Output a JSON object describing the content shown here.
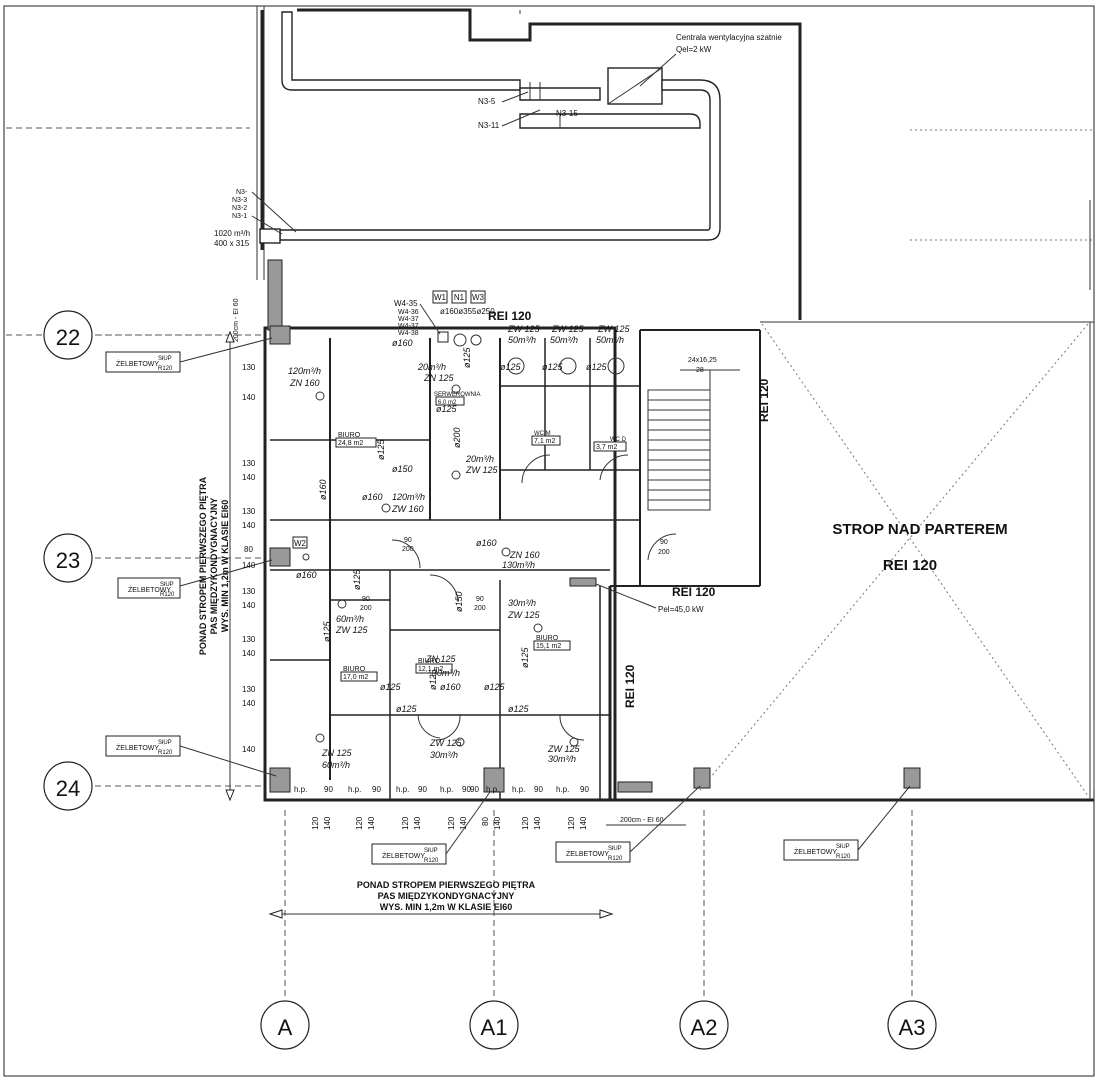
{
  "axes_rows": [
    "22",
    "23",
    "24"
  ],
  "axes_cols": [
    "A",
    "A1",
    "A2",
    "A3"
  ],
  "ventilation_unit": {
    "name": "Centrala wentylacyjna szatnie",
    "power": "Qel=2 kW"
  },
  "duct_tags_top": [
    "N3-5",
    "N3-11",
    "N3-15"
  ],
  "duct_tags_left": [
    "N3-",
    "N3-3",
    "N3-2",
    "N3-1"
  ],
  "main_duct": {
    "flow": "1020 m³/h",
    "size": "400 x 315"
  },
  "riser_tags": [
    "W4-35",
    "W4-36",
    "W4-37",
    "W4-37",
    "W4-38"
  ],
  "riser_boxes": [
    "W1",
    "N1",
    "W3"
  ],
  "riser_sizes": "ø160ø355ø250",
  "fire_ratings": {
    "rei_top": "REI 120",
    "rei_stair": "REI 120",
    "rei_mid": "REI 120",
    "rei_vertical": "REI 120",
    "slab_title": "STROP NAD PARTEREM",
    "slab_rei": "REI 120"
  },
  "column_label": {
    "line1": "SłUP",
    "line2": "ŻELBETOWY",
    "line3": "R120"
  },
  "band_text": {
    "line1": "PONAD STROPEM PIERWSZEGO PIĘTRA",
    "line2": "PAS MIĘDZYKONDYGNACYJNY",
    "line3": "WYS. MIN 1,2m  W KLASIE EI60"
  },
  "band_vertical": {
    "line1": "PONAD STROPEM PIERWSZEGO PIĘTRA",
    "line2": "PAS MIĘDZYKONDYGNACYJNY",
    "line3": "WYS. MIN 1,2m  W KLASIE EI60"
  },
  "dim_vertical": "200cm - EI 60",
  "dim_horizontal": "200cm - EI 60",
  "power_note": "Pel=45,0 kW",
  "stair_note": {
    "size": "24x16,25",
    "count": "28"
  },
  "w2_box": "W2",
  "rooms": [
    {
      "name": "BIURO",
      "area": "24,8 m2"
    },
    {
      "name": "BIURO",
      "area": "17,0 m2"
    },
    {
      "name": "BIURO",
      "area": "12,1 m2"
    },
    {
      "name": "BIURO",
      "area": "15,1 m2"
    },
    {
      "name": "WC M",
      "area": "7,1 m2"
    },
    {
      "name": "WC D",
      "area": "3,7 m2"
    },
    {
      "name": "SERWEROWNIA",
      "area": "6,0 m2"
    }
  ],
  "air_labels": [
    {
      "flow": "120m³/h",
      "type": "ZN 160"
    },
    {
      "flow": "20m³/h",
      "type": "ZN 125"
    },
    {
      "flow": "20m³/h",
      "type": "ZW 125"
    },
    {
      "flow": "120m³/h",
      "type": "ZW 160"
    },
    {
      "flow": "130m³/h",
      "type": "ZN 160"
    },
    {
      "flow": "60m³/h",
      "type": "ZW 125"
    },
    {
      "flow": "30m³/h",
      "type": "ZN 125"
    },
    {
      "flow": "30m³/h",
      "type": "ZW 125"
    },
    {
      "flow": "60m³/h",
      "type": "ZN 125"
    },
    {
      "flow": "30m³/h",
      "type": "ZW 125"
    },
    {
      "flow": "30m³/h",
      "type": "ZW 125"
    },
    {
      "flow": "50m³/h",
      "type": "ZW 125"
    },
    {
      "flow": "50m³/h",
      "type": "ZW 125"
    },
    {
      "flow": "50m³/h",
      "type": "ZW 125"
    }
  ],
  "diam_labels": [
    "ø160",
    "ø125",
    "ø160",
    "ø200",
    "ø125",
    "ø150",
    "ø160",
    "ø125",
    "ø125",
    "ø160",
    "ø125",
    "ø125",
    "ø160",
    "ø150",
    "ø125",
    "ø125",
    "ø125",
    "ø125",
    "ø125",
    "ø125",
    "ø160",
    "ø125",
    "ø125"
  ],
  "left_dims": [
    "130",
    "140",
    "130",
    "140",
    "130",
    "140",
    "80",
    "140",
    "130",
    "140",
    "130",
    "140",
    "130",
    "140",
    "140"
  ],
  "bottom_hp": [
    "h.p.",
    "90",
    "h.p.",
    "90",
    "h.p.",
    "90",
    "h.p.",
    "90",
    "h.p.",
    "90",
    "h.p.",
    "90",
    "h.p.",
    "90"
  ],
  "bottom_dims": [
    "120",
    "140",
    "120",
    "140",
    "120",
    "140",
    "120",
    "140",
    "80",
    "140",
    "120",
    "140",
    "120",
    "140"
  ],
  "door_dims": [
    "90",
    "200"
  ]
}
